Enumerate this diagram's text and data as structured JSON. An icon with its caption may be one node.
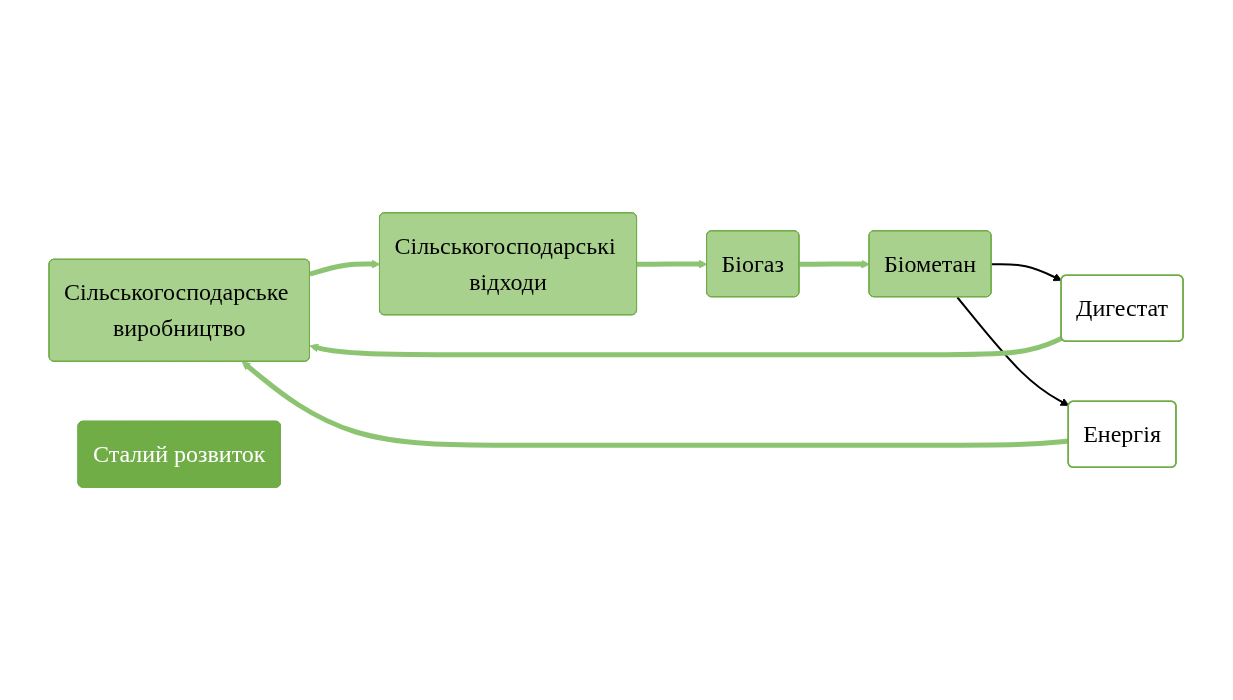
{
  "diagram": {
    "nodes": [
      {
        "text": [
          "Сільськогосподарське виробництво"
        ]
      },
      {
        "text": [
          "Сільськогосподарські відходи"
        ]
      },
      {
        "text": [
          "Біогаз"
        ]
      },
      {
        "text": [
          "Біометан"
        ]
      },
      {
        "text": [
          "Дигестат"
        ]
      },
      {
        "text": [
          "Енергія"
        ]
      },
      {
        "text": [
          "Сталий розвиток"
        ]
      }
    ],
    "edges": [
      {
        "from": 0,
        "to": 1,
        "arrow": "to"
      },
      {
        "from": 1,
        "to": 2,
        "arrow": "to"
      },
      {
        "from": 2,
        "to": 3,
        "arrow": "to"
      },
      {
        "from": 3,
        "to": 4,
        "arrow": "to",
        "color": "#000000"
      },
      {
        "from": 3,
        "to": 5,
        "arrow": "to",
        "color": "#000000"
      },
      {
        "from": 4,
        "to": 0,
        "arrow": "to"
      },
      {
        "from": 5,
        "to": 0,
        "arrow": "to"
      }
    ]
  }
}
